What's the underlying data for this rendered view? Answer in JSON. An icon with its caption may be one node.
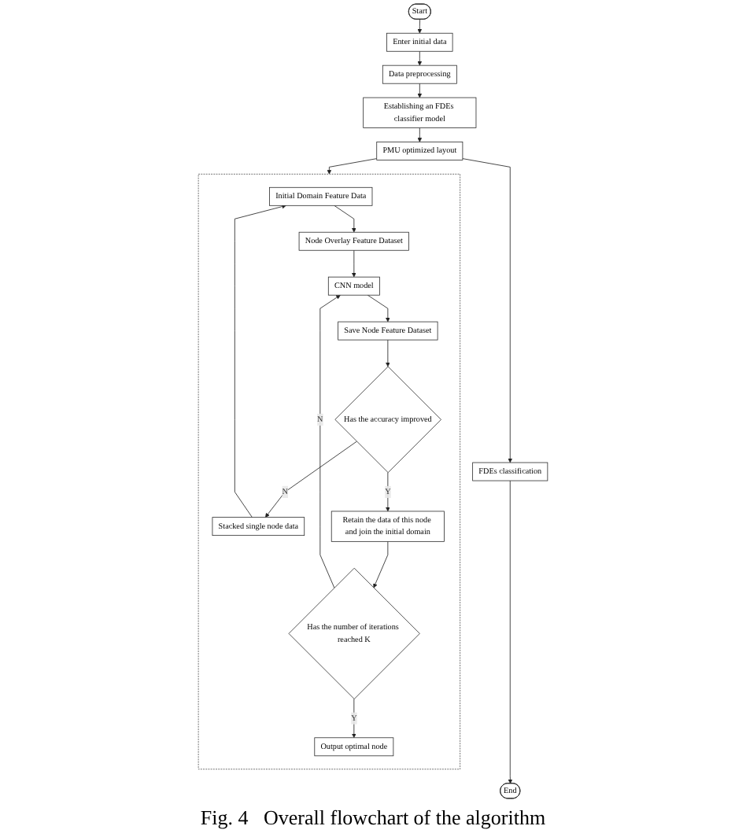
{
  "diagram": {
    "caption": "Fig. 4   Overall flowchart of the algorithm",
    "nodes": [
      {
        "text": [
          "Start"
        ]
      },
      {
        "text": [
          "Enter initial data"
        ]
      },
      {
        "text": [
          "Data preprocessing"
        ]
      },
      {
        "text": [
          "Establishing an FDEs classifier model"
        ]
      },
      {
        "text": [
          "PMU optimized layout"
        ]
      },
      {
        "text": [
          "FDEs classification"
        ]
      },
      {
        "text": [
          "End"
        ]
      },
      {
        "text": [],
        "shape": "box"
      },
      {
        "text": [
          "Initial Domain Feature Data"
        ],
        "in": 7
      },
      {
        "text": [
          "Node Overlay Feature Dataset"
        ],
        "in": 7
      },
      {
        "text": [
          "CNN model"
        ],
        "in": 7
      },
      {
        "text": [
          "Save Node Feature Dataset"
        ],
        "in": 7
      },
      {
        "text": [
          "Has the accuracy improved"
        ],
        "in": 7
      },
      {
        "text": [
          "Retain the data of this node and join the initial domain"
        ],
        "in": 7
      },
      {
        "text": [
          "Has the number of iterations reached K"
        ],
        "in": 7
      },
      {
        "text": [
          "Output optimal node"
        ],
        "in": 7
      },
      {
        "text": [
          "Stacked single node data"
        ],
        "in": 7
      }
    ],
    "edges": [
      {
        "from": 0,
        "to": 1,
        "arrow": "to"
      },
      {
        "from": 1,
        "to": 2,
        "arrow": "to"
      },
      {
        "from": 2,
        "to": 3,
        "arrow": "to"
      },
      {
        "from": 3,
        "to": 4,
        "arrow": "to"
      },
      {
        "from": 4,
        "to": 5,
        "arrow": "to"
      },
      {
        "from": 5,
        "to": 6,
        "arrow": "to"
      },
      {
        "from": 4,
        "to": 7,
        "arrow": "to"
      },
      {
        "from": 8,
        "to": 9,
        "arrow": "to"
      },
      {
        "from": 9,
        "to": 10,
        "arrow": "to"
      },
      {
        "from": 10,
        "to": 11,
        "arrow": "to"
      },
      {
        "from": 11,
        "to": 12,
        "arrow": "to"
      },
      {
        "from": 12,
        "to": 16,
        "arrow": "to",
        "label": "N"
      },
      {
        "from": 16,
        "to": 8,
        "arrow": "to"
      },
      {
        "from": 12,
        "to": 13,
        "arrow": "to",
        "label": "Y"
      },
      {
        "from": 13,
        "to": 14,
        "arrow": "to"
      },
      {
        "from": 14,
        "to": 10,
        "arrow": "to",
        "label": "N"
      },
      {
        "from": 14,
        "to": 15,
        "arrow": "to",
        "label": "Y"
      }
    ]
  }
}
